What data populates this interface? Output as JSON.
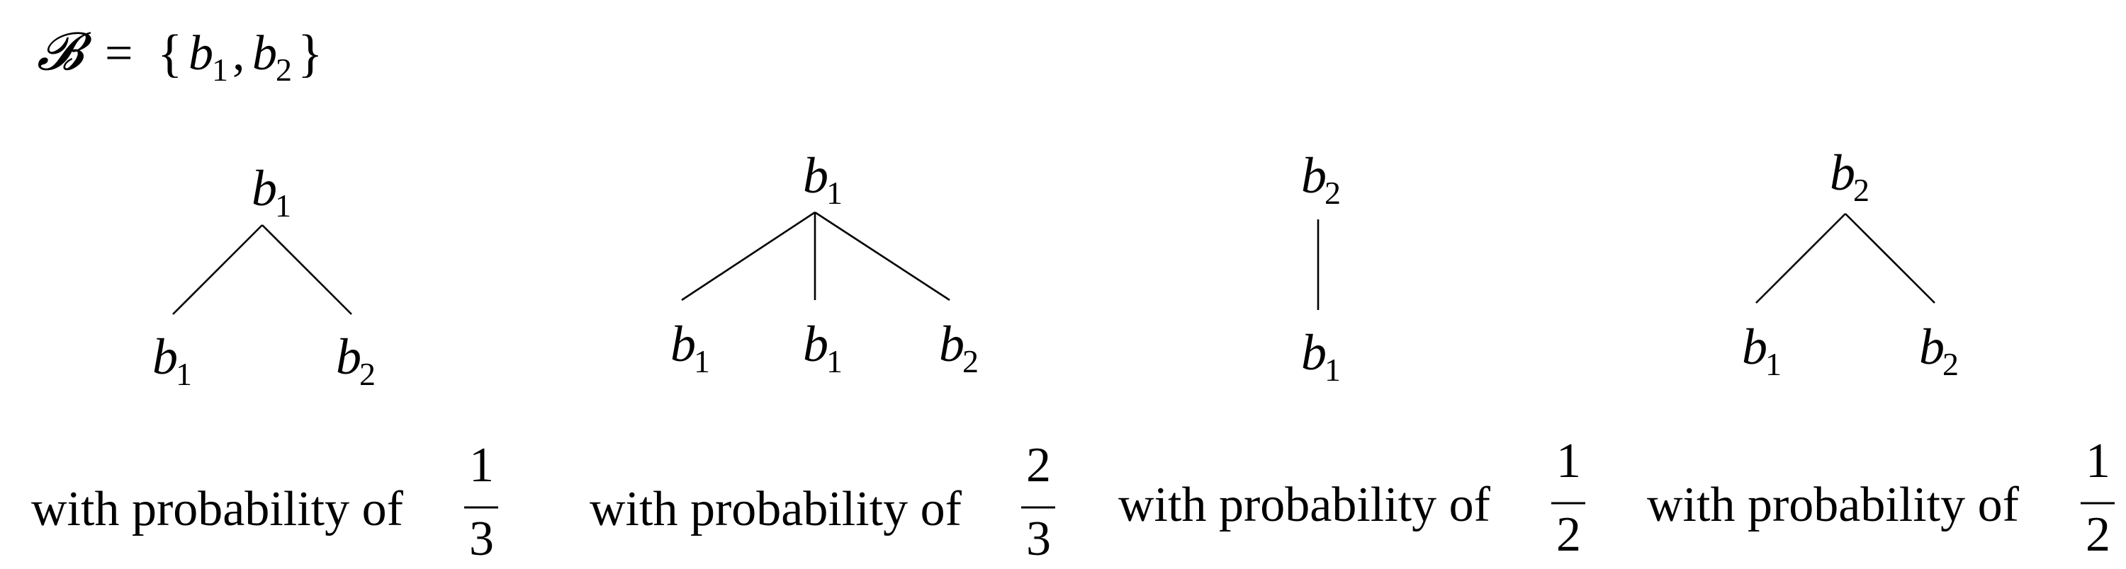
{
  "set_definition": {
    "symbol": "𝓑",
    "equals": "=",
    "open": "{",
    "elements": [
      "b",
      "b"
    ],
    "subscripts": [
      "1",
      "2"
    ],
    "comma": ",",
    "close": "}"
  },
  "trees": [
    {
      "root": {
        "var": "b",
        "sub": "1"
      },
      "children": [
        {
          "var": "b",
          "sub": "1"
        },
        {
          "var": "b",
          "sub": "2"
        }
      ],
      "caption": {
        "text": "with probability of",
        "numerator": "1",
        "denominator": "3"
      }
    },
    {
      "root": {
        "var": "b",
        "sub": "1"
      },
      "children": [
        {
          "var": "b",
          "sub": "1"
        },
        {
          "var": "b",
          "sub": "1"
        },
        {
          "var": "b",
          "sub": "2"
        }
      ],
      "caption": {
        "text": "with probability of",
        "numerator": "2",
        "denominator": "3"
      }
    },
    {
      "root": {
        "var": "b",
        "sub": "2"
      },
      "children": [
        {
          "var": "b",
          "sub": "1"
        }
      ],
      "caption": {
        "text": "with probability of",
        "numerator": "1",
        "denominator": "2"
      }
    },
    {
      "root": {
        "var": "b",
        "sub": "2"
      },
      "children": [
        {
          "var": "b",
          "sub": "1"
        },
        {
          "var": "b",
          "sub": "2"
        }
      ],
      "caption": {
        "text": "with probability of",
        "numerator": "1",
        "denominator": "2"
      }
    }
  ]
}
